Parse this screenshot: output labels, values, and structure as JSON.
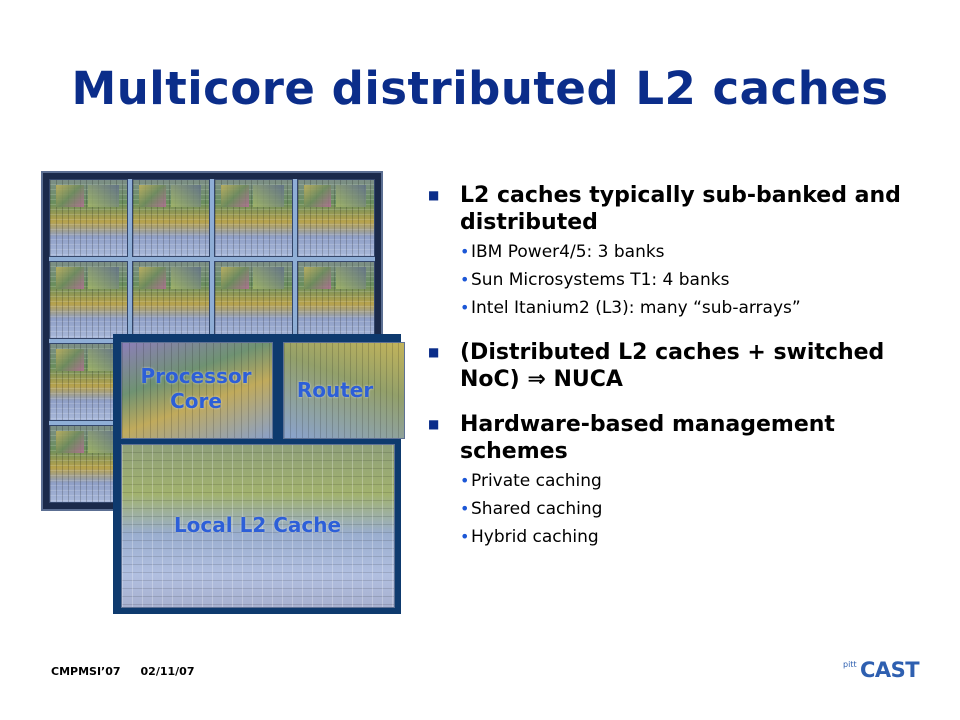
{
  "slide": {
    "title": "Multicore distributed L2 caches"
  },
  "diagram": {
    "processor_core_label": "Processor Core",
    "router_label": "Router",
    "local_l2_label": "Local L2 Cache"
  },
  "bullets": [
    {
      "text": "L2 caches typically sub-banked and distributed",
      "subitems": [
        "IBM Power4/5: 3 banks",
        "Sun Microsystems T1: 4 banks",
        "Intel Itanium2 (L3): many “sub-arrays”"
      ]
    },
    {
      "text": "(Distributed L2 caches + switched NoC) ⇒ NUCA",
      "subitems": []
    },
    {
      "text": "Hardware-based management schemes",
      "subitems": [
        "Private caching",
        "Shared caching",
        "Hybrid caching"
      ]
    }
  ],
  "footer": {
    "venue": "CMPMSI’07",
    "date": "02/11/07",
    "logo_prefix": "pitt",
    "logo_text": "CAST"
  },
  "colors": {
    "title": "#0b2d8a",
    "label": "#2d5fd8",
    "frame": "#0e3a6e"
  }
}
